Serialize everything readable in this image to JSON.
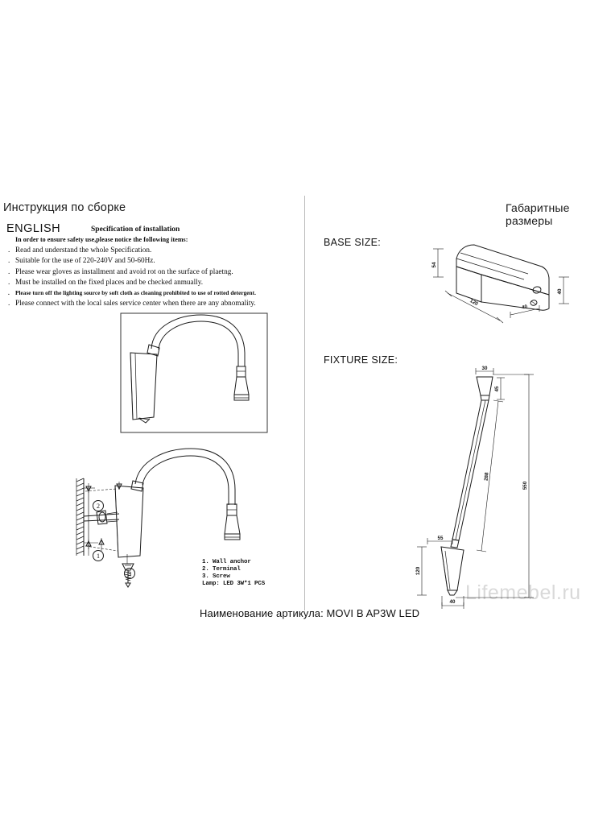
{
  "document": {
    "title_ru": "Инструкция по сборке",
    "title_ru_right": "Габаритные размеры",
    "section_english": "ENGLISH",
    "spec_heading": "Specification of installation",
    "article_line": "Наименование артикула: MOVI B AP3W LED",
    "watermark": "Lifemebel.ru"
  },
  "specification": {
    "intro": "In order to ensure safety use,please notice the following items:",
    "items": [
      "Read and understand the whole Specification.",
      "Suitable for the use of 220-240V and 50-60Hz.",
      "Please wear gloves as installment and avoid rot on the surface of plaetng.",
      "Must be installed on the fixed places and be checked anmually.",
      "Please turn off the lighting source by soft cloth as cleaning prohibited to use of rotted detergent.",
      "Please connect with the local sales service center when there are any abnomality."
    ],
    "bullet": "."
  },
  "parts_list": {
    "items": [
      "1. Wall anchor",
      "2. Terminal",
      "3. Screw"
    ],
    "lamp": "Lamp: LED 3W*1 PCS"
  },
  "callouts": {
    "one": "1",
    "two": "2",
    "three": "3"
  },
  "base_size": {
    "label": "BASE SIZE:",
    "dimensions": {
      "height": "54",
      "length": "120",
      "depth": "40"
    }
  },
  "fixture_size": {
    "label": "FIXTURE SIZE:",
    "dimensions": {
      "head_width": "30",
      "head_height": "45",
      "arm_length": "288",
      "overall_height": "550",
      "base_top_width": "55",
      "base_height": "120",
      "base_bottom_width": "40"
    }
  },
  "colors": {
    "line": "#1b1b1b",
    "divider": "#b9b9b9",
    "watermark": "#d9d9d9",
    "text": "#111111"
  }
}
